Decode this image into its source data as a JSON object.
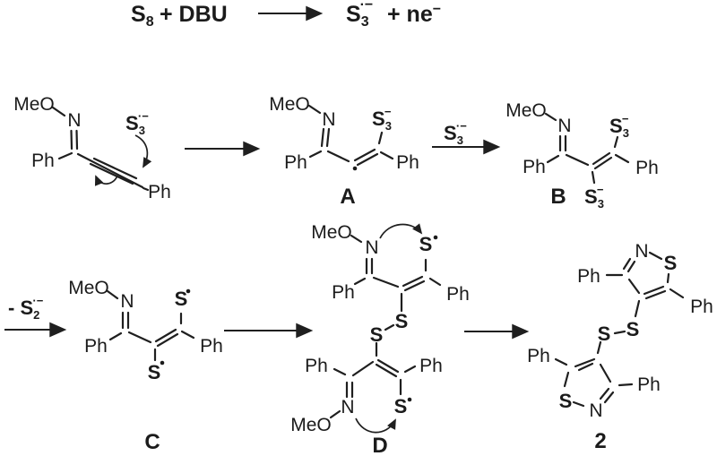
{
  "equation": {
    "reactant_s8": {
      "base": "S",
      "sub": "8"
    },
    "plus_dbu": "+ DBU",
    "product_s3": {
      "base": "S",
      "sub": "3",
      "sup": "·−"
    },
    "plus_ne": {
      "base": "+ ne",
      "sup": "−"
    }
  },
  "reagents": {
    "s3_attack": {
      "base": "S",
      "sub": "3",
      "sup": "·−"
    },
    "s3_second_addition": {
      "base": "S",
      "sub": "3",
      "sup": "·−"
    },
    "s2_loss": {
      "prefix": "- ",
      "base": "S",
      "sub": "2",
      "sup": "·−"
    }
  },
  "atoms": {
    "meo": "MeO",
    "n": "N",
    "ph": "Ph",
    "s": "S"
  },
  "anions": {
    "s3": {
      "base": "S",
      "sub": "3",
      "sup": "−"
    }
  },
  "compound_labels": {
    "a": "A",
    "b": "B",
    "c": "C",
    "d": "D",
    "product": "2"
  }
}
